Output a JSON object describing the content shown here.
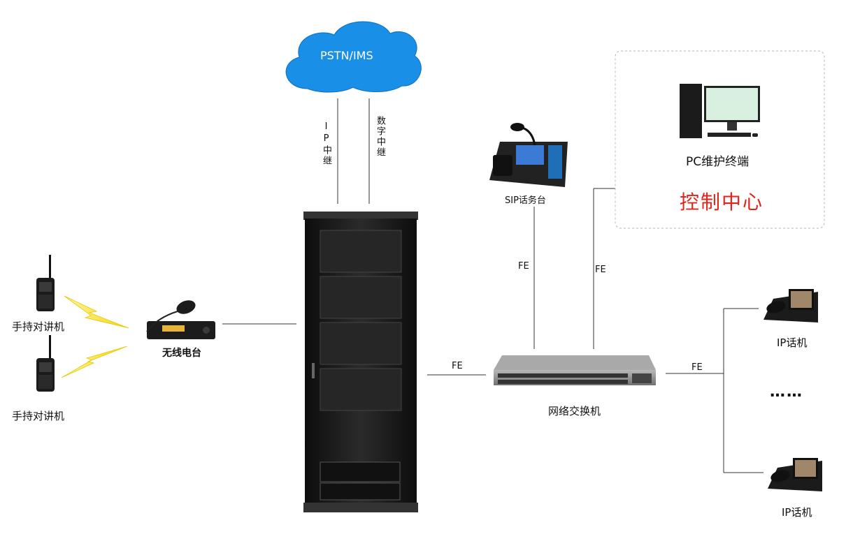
{
  "cloud": {
    "label": "PSTN/IMS"
  },
  "trunks": {
    "ip": "IP中继",
    "digital": "数字中继"
  },
  "devices": {
    "handheld_1": "手持对讲机",
    "handheld_2": "手持对讲机",
    "radio": "无线电台",
    "sip_console": "SIP话务台",
    "switch": "网络交换机",
    "pc": "PC维护终端",
    "ip_phone_1": "IP话机",
    "ip_phone_2": "IP话机"
  },
  "control_center": {
    "title": "控制中心"
  },
  "links": {
    "fe_sip": "FE",
    "fe_pc": "FE",
    "fe_cabinet": "FE",
    "fe_phones": "FE"
  },
  "ellipsis": "……",
  "colors": {
    "cloud": "#1a8fe8",
    "control_title": "#e0241b",
    "lightning": "#f6e21a",
    "cabinet": "#1c1c1c",
    "line": "#333333"
  }
}
